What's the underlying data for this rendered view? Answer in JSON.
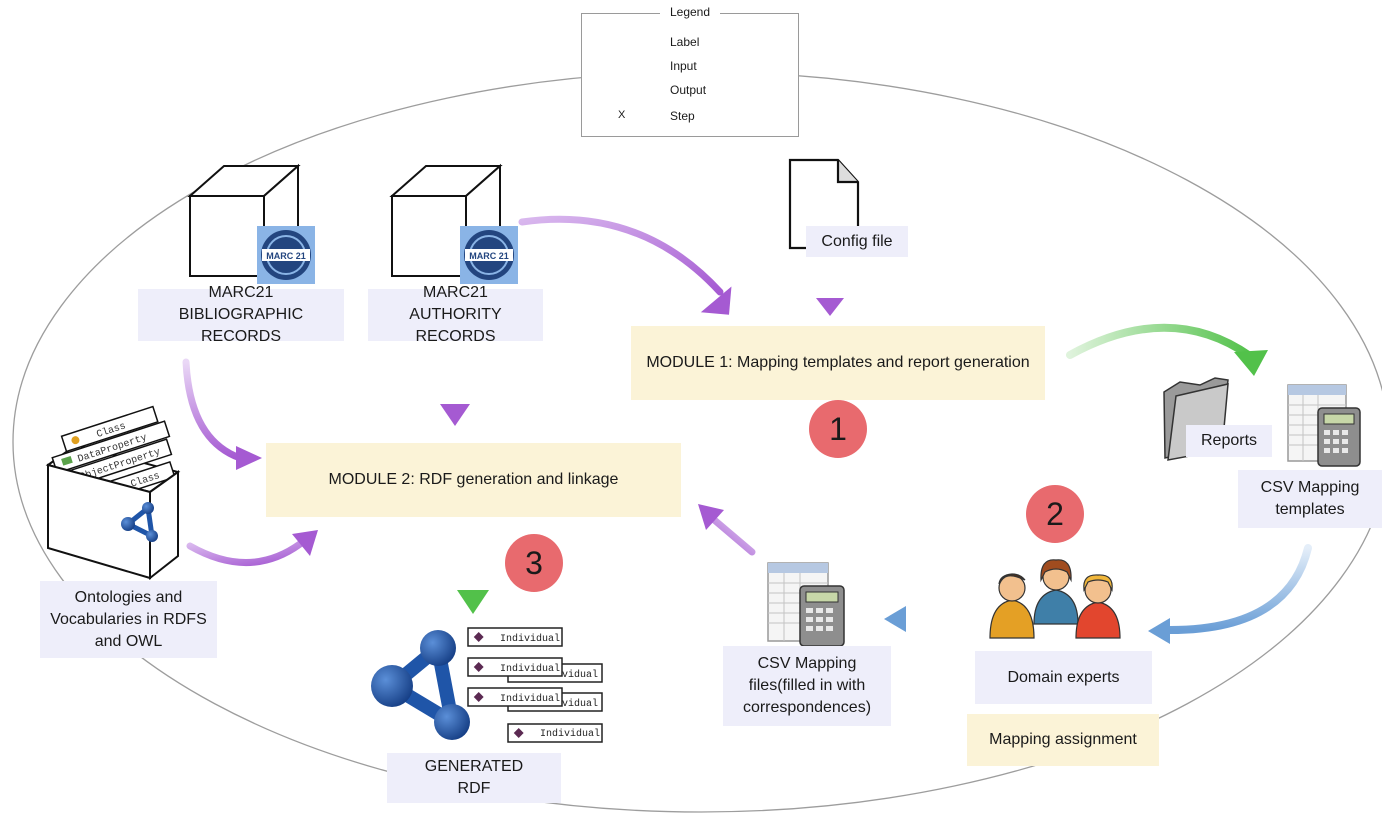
{
  "legend": {
    "title": "Legend",
    "label": "Label",
    "input": "Input",
    "output": "Output",
    "step": "Step",
    "step_symbol": "X"
  },
  "sources": {
    "bibliographic": "MARC21\nBIBLIOGRAPHIC RECORDS",
    "authority": "MARC21\nAUTHORITY RECORDS",
    "marc_logo_text": "MARC 21",
    "config_file": "Config file",
    "ontologies": "Ontologies and\nVocabularies in RDFS\nand OWL",
    "ontology_tags": [
      "Class",
      "DataProperty",
      "ObjectProperty",
      "Class"
    ]
  },
  "modules": {
    "module1": "MODULE 1: Mapping templates and report generation",
    "module2": "MODULE 2: RDF generation and linkage"
  },
  "steps": [
    "1",
    "2",
    "3"
  ],
  "outputs": {
    "reports": "Reports",
    "csv_templates": "CSV Mapping\ntemplates",
    "domain_experts": "Domain experts",
    "mapping_assignment": "Mapping assignment",
    "csv_files": "CSV Mapping\nfiles(filled in with\ncorrespondences)",
    "generated_rdf": "GENERATED\nRDF",
    "individual_label": "Individual",
    "individual_partial": "vidual"
  },
  "colors": {
    "label_bg": "#eeeefa",
    "module_bg": "#fbf3d7",
    "input_arrow": "#a55ad2",
    "output_arrow": "#52c14a",
    "feedback_arrow": "#6a9ed6",
    "step_fill": "#e86a6e",
    "graph_blue": "#1f55a8"
  }
}
